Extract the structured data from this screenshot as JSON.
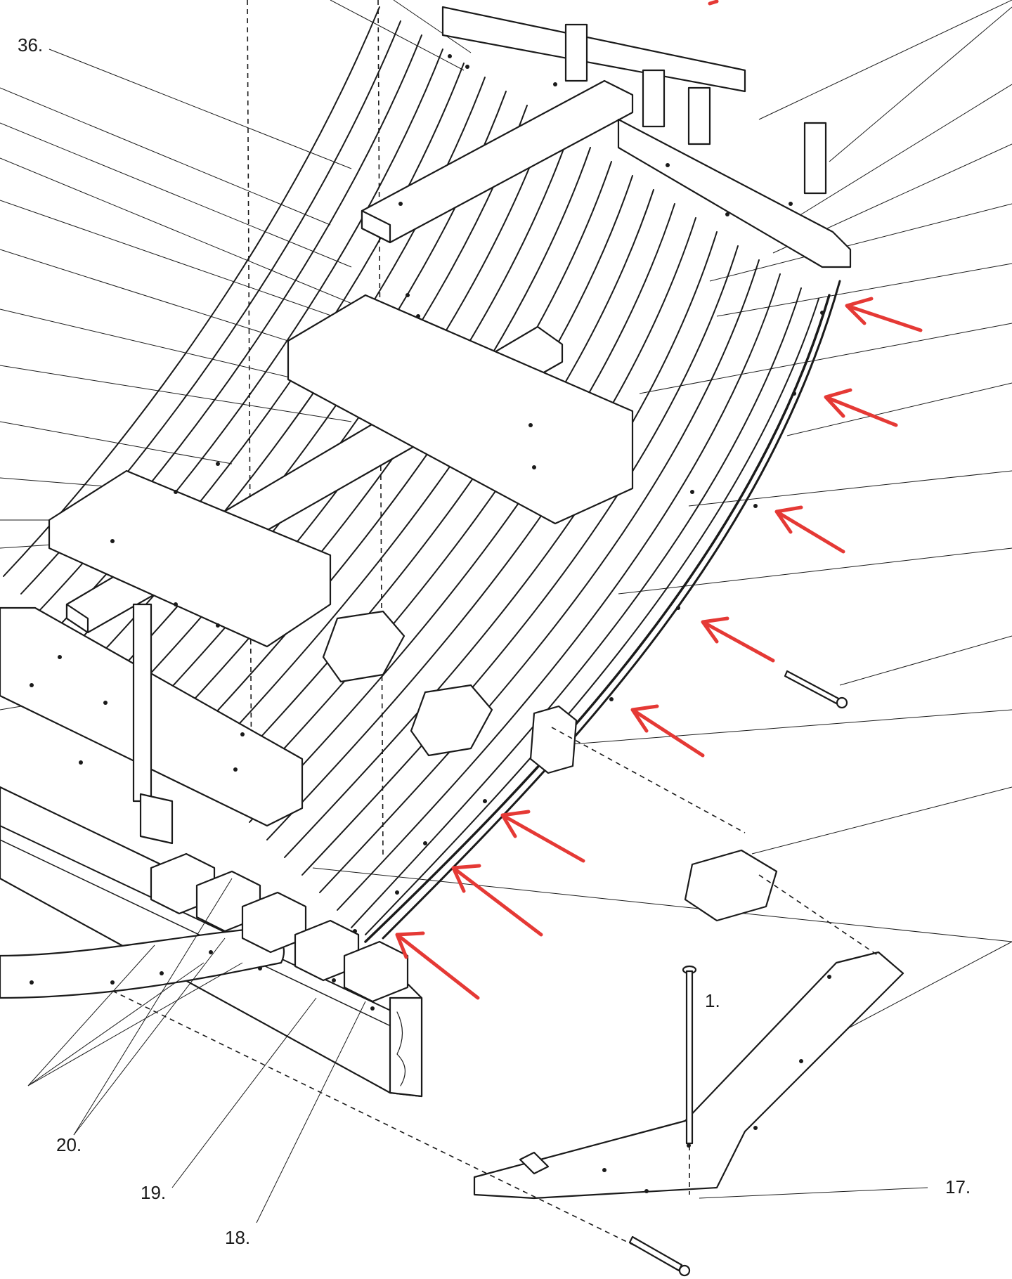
{
  "diagram": {
    "labels": [
      {
        "id": "36",
        "text": "36."
      },
      {
        "id": "20",
        "text": "20."
      },
      {
        "id": "19",
        "text": "19."
      },
      {
        "id": "18",
        "text": "18."
      },
      {
        "id": "17",
        "text": "17."
      },
      {
        "id": "1",
        "text": "1."
      }
    ],
    "colors": {
      "ink": "#1a1a1a",
      "paper": "#ffffff",
      "highlight_arrow": "#e53935"
    },
    "highlight_arrow_count": 9,
    "icons": [
      "red-arrow-icon",
      "bolt-icon"
    ]
  }
}
